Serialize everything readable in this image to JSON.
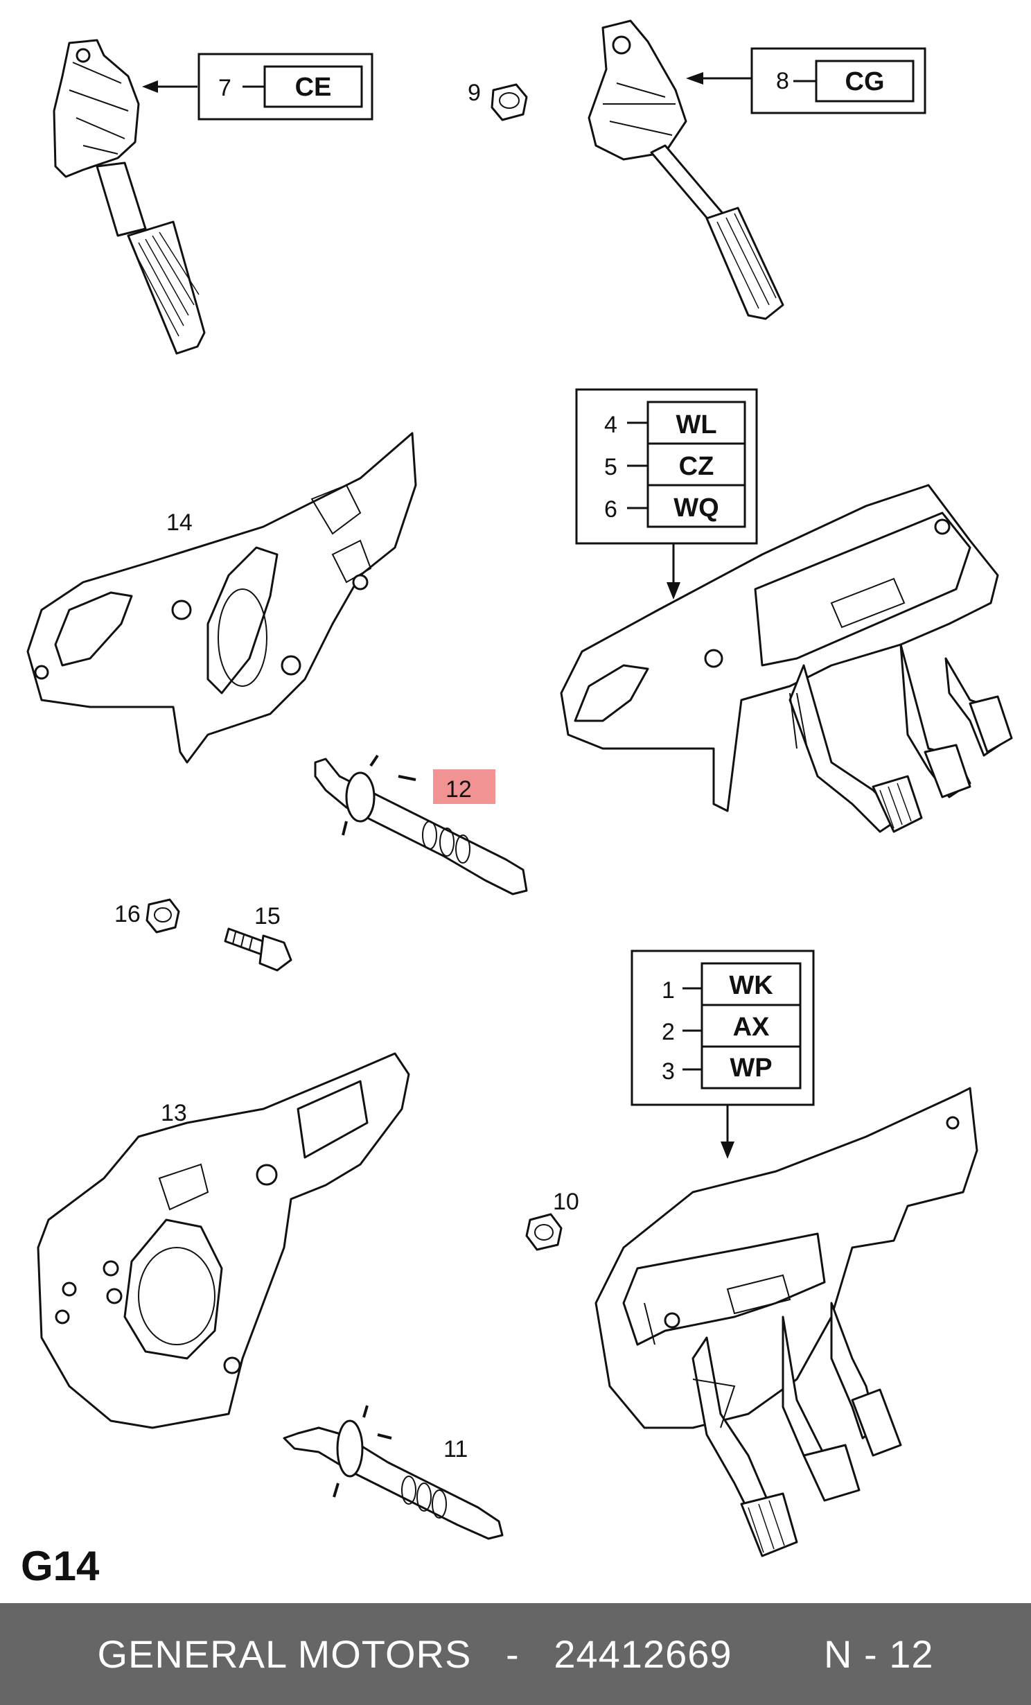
{
  "diagram": {
    "page_code": "G14",
    "callouts": [
      {
        "num": "1",
        "code": "WK"
      },
      {
        "num": "2",
        "code": "AX"
      },
      {
        "num": "3",
        "code": "WP"
      },
      {
        "num": "4",
        "code": "WL"
      },
      {
        "num": "5",
        "code": "CZ"
      },
      {
        "num": "6",
        "code": "WQ"
      },
      {
        "num": "7",
        "code": "CE"
      },
      {
        "num": "8",
        "code": "CG"
      }
    ],
    "part_labels": {
      "p9": "9",
      "p10": "10",
      "p11": "11",
      "p12": "12",
      "p13": "13",
      "p14": "14",
      "p15": "15",
      "p16": "16"
    },
    "highlight_color": "#f08080"
  },
  "footer": {
    "brand": "GENERAL MOTORS",
    "separator": "-",
    "part_number": "24412669",
    "page": "N - 12"
  }
}
